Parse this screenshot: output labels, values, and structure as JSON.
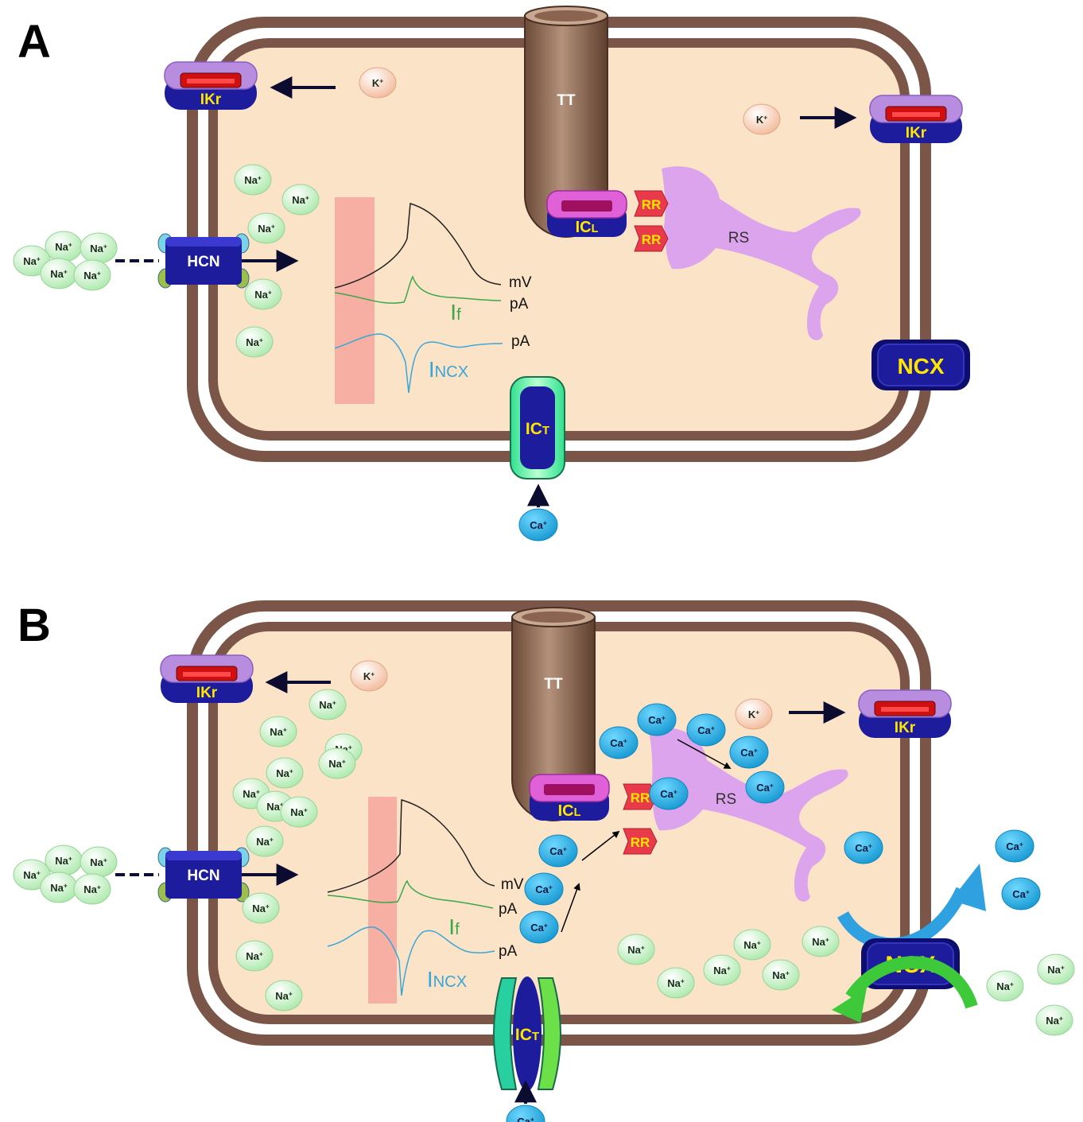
{
  "panels": [
    {
      "letter": "A",
      "tubule_label": "TT",
      "ikr_label": "IKr",
      "hcn_label": "HCN",
      "icl_label": "ICL",
      "ict_label": "ICT",
      "ncx_label": "NCX",
      "rr_label": "RR",
      "rs_label": "RS",
      "trace_mv_label": "mV",
      "trace_if_unit": "pA",
      "trace_incx_unit": "pA",
      "if_label": "If",
      "incx_label": "INCX",
      "ion_k": "K+",
      "ion_na": "Na+",
      "ion_ca": "Ca+"
    },
    {
      "letter": "B",
      "tubule_label": "TT",
      "ikr_label": "IKr",
      "hcn_label": "HCN",
      "icl_label": "ICL",
      "ict_label": "ICT",
      "ncx_label": "NCX",
      "rr_label": "RR",
      "rs_label": "RS",
      "trace_mv_label": "mV",
      "trace_if_unit": "pA",
      "trace_incx_unit": "pA",
      "if_label": "If",
      "incx_label": "INCX",
      "ion_k": "K+",
      "ion_na": "Na+",
      "ion_ca": "Ca+"
    }
  ],
  "colors": {
    "membrane": "#7a5548",
    "cytoplasm": "#fbe3c8",
    "channel_blue": "#1c1c9c",
    "ikr_top": "#b88de0",
    "ikr_pore": "#d01010",
    "icl_ring": "#e060d8",
    "rr": "#e83a4a",
    "rr_text": "#ffe600",
    "sr": "#dca4ec",
    "sodium": "#bff0c0",
    "calcium": "#29b8e8",
    "potassium": "#f6cfb4",
    "voltage_trace": "#222222",
    "if_trace": "#3aa84a",
    "incx_trace": "#3aa6d8",
    "highlight_bar": "#f6a8a0",
    "label_yellow": "#ffe600"
  }
}
